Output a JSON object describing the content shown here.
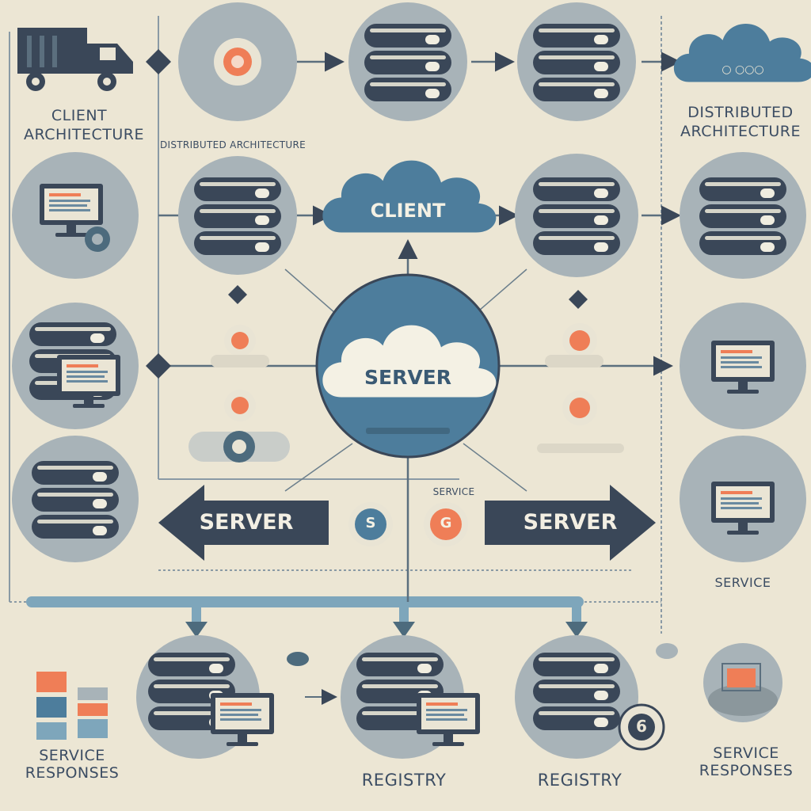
{
  "labels": {
    "client_architecture": "CLIENT\nARCHITECTURE",
    "distributed_architecture_mid": "DISTRIBUTED ARCHITECTURE",
    "distributed_architecture_right": "DISTRIBUTED\nARCHITECTURE",
    "client_cloud": "CLIENT",
    "server_cloud": "SERVER",
    "server_arrow_left": "SERVER",
    "server_arrow_right": "SERVER",
    "service_small": "SERVICE",
    "service_right": "SERVICE",
    "service_responses_left": "SERVICE\nRESPONSES",
    "service_responses_right": "SERVICE\nRESPONSES",
    "registry_1": "REGISTRY",
    "registry_2": "REGISTRY",
    "badge_left": "S",
    "badge_right": "G",
    "badge_bottom": "6"
  },
  "colors": {
    "background": "#ece6d4",
    "circle": "#a8b3b8",
    "navy": "#3a4758",
    "teal": "#4d7d9c",
    "cloud_light": "#f4f1e4",
    "orange": "#ef7e57",
    "line": "#7d98a8"
  }
}
